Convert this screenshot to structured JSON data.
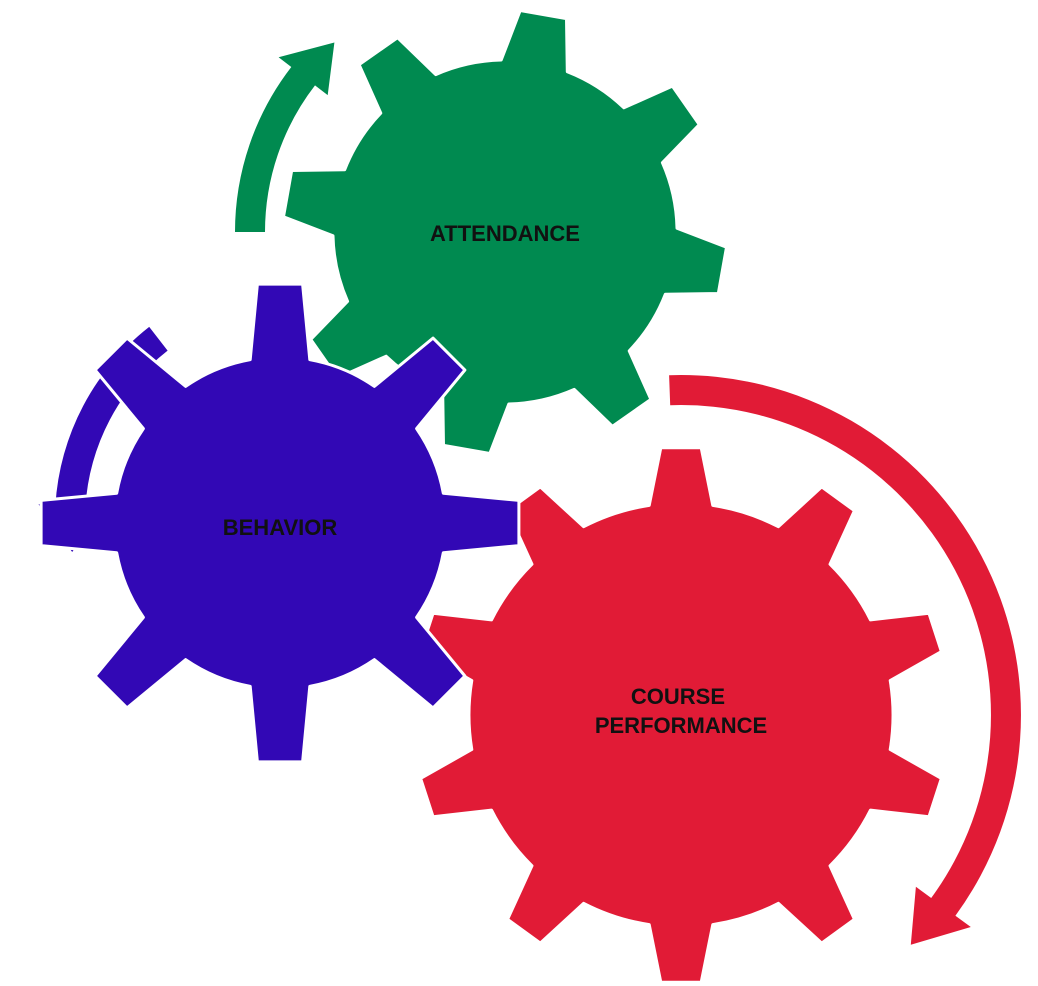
{
  "diagram": {
    "gears": [
      {
        "id": "attendance",
        "label_lines": [
          "ATTENDANCE"
        ],
        "color": "#008a50"
      },
      {
        "id": "behavior",
        "label_lines": [
          "BEHAVIOR"
        ],
        "color": "#3208b5"
      },
      {
        "id": "course-performance",
        "label_lines": [
          "COURSE",
          "PERFORMANCE"
        ],
        "color": "#e11b36"
      }
    ],
    "arrows": [
      {
        "id": "attendance-arrow",
        "color": "#008a50",
        "direction": "clockwise"
      },
      {
        "id": "behavior-arrow",
        "color": "#3208b5",
        "direction": "counterclockwise"
      },
      {
        "id": "course-performance-arrow",
        "color": "#e11b36",
        "direction": "clockwise"
      }
    ]
  }
}
